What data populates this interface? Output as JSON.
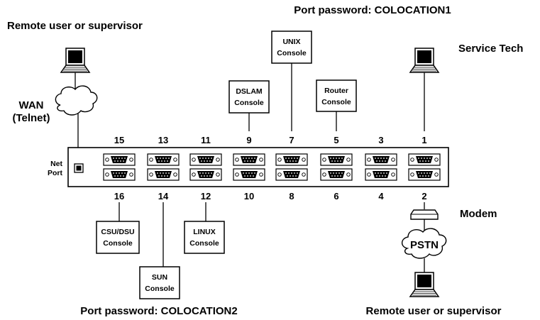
{
  "labels": {
    "top_password": "Port password: COLOCATION1",
    "bottom_password": "Port password: COLOCATION2",
    "remote_user_top": "Remote user or supervisor",
    "remote_user_bottom": "Remote user or supervisor",
    "service_tech": "Service Tech",
    "wan_line1": "WAN",
    "wan_line2": "(Telnet)",
    "net_port_line1": "Net",
    "net_port_line2": "Port",
    "modem": "Modem",
    "pstn": "PSTN"
  },
  "ports": {
    "top": [
      "15",
      "13",
      "11",
      "9",
      "7",
      "5",
      "3",
      "1"
    ],
    "bottom": [
      "16",
      "14",
      "12",
      "10",
      "8",
      "6",
      "4",
      "2"
    ]
  },
  "consoles": {
    "dslam": [
      "DSLAM",
      "Console"
    ],
    "unix": [
      "UNIX",
      "Console"
    ],
    "router": [
      "Router",
      "Console"
    ],
    "csudsu": [
      "CSU/DSU",
      "Console"
    ],
    "sun": [
      "SUN",
      "Console"
    ],
    "linux": [
      "LINUX",
      "Console"
    ]
  }
}
